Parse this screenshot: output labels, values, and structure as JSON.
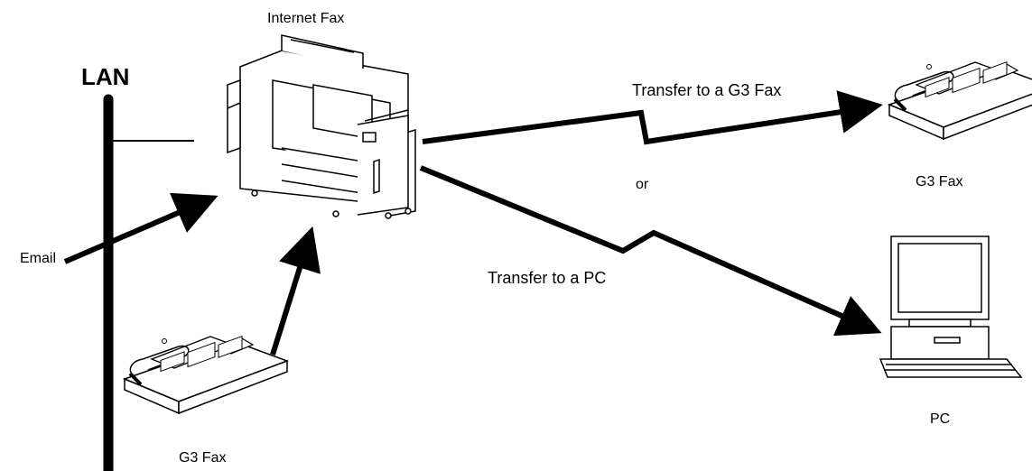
{
  "labels": {
    "internet_fax": "Internet Fax",
    "lan": "LAN",
    "transfer_g3": "Transfer to a G3 Fax",
    "or": "or",
    "g3_fax_right": "G3 Fax",
    "email": "Email",
    "transfer_pc": "Transfer to a PC",
    "pc": "PC",
    "g3_fax_bottom": "G3 Fax"
  },
  "icons": [
    "internet-fax-machine-icon",
    "g3-fax-machine-icon",
    "pc-computer-icon"
  ],
  "colors": {
    "stroke": "#000000",
    "background": "#ffffff"
  }
}
